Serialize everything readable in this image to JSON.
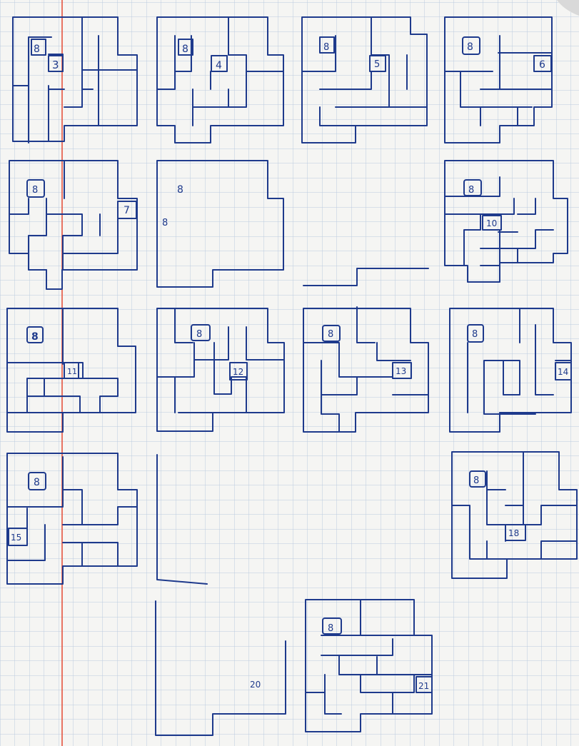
{
  "colors": {
    "paper": "#f4f4f2",
    "grid": "#b9c6dc",
    "margin": "#e0523f",
    "ink": "#1d3a86",
    "background": "#d4d4d4"
  },
  "sheet": {
    "description_icon": "graph-paper-sheet"
  },
  "numbers": {
    "d1_a": "8",
    "d1_b": "3",
    "d2_a": "8",
    "d2_b": "4",
    "d3_a": "8",
    "d3_b": "5",
    "d4_a": "8",
    "d4_b": "6",
    "d5_a": "8",
    "d5_b": "7",
    "d6_a": "8",
    "d6_b": "8",
    "d8_a": "8",
    "d8_b": "10",
    "d9_a": "8",
    "d9_b": "11",
    "d10_a": "8",
    "d10_b": "12",
    "d11_a": "8",
    "d11_b": "13",
    "d12_a": "8",
    "d12_b": "14",
    "d13_a": "8",
    "d13_b": "15",
    "d14_a": "8",
    "d14_b": "18",
    "d16_b": "20",
    "d17_a": "8",
    "d17_b": "21"
  }
}
